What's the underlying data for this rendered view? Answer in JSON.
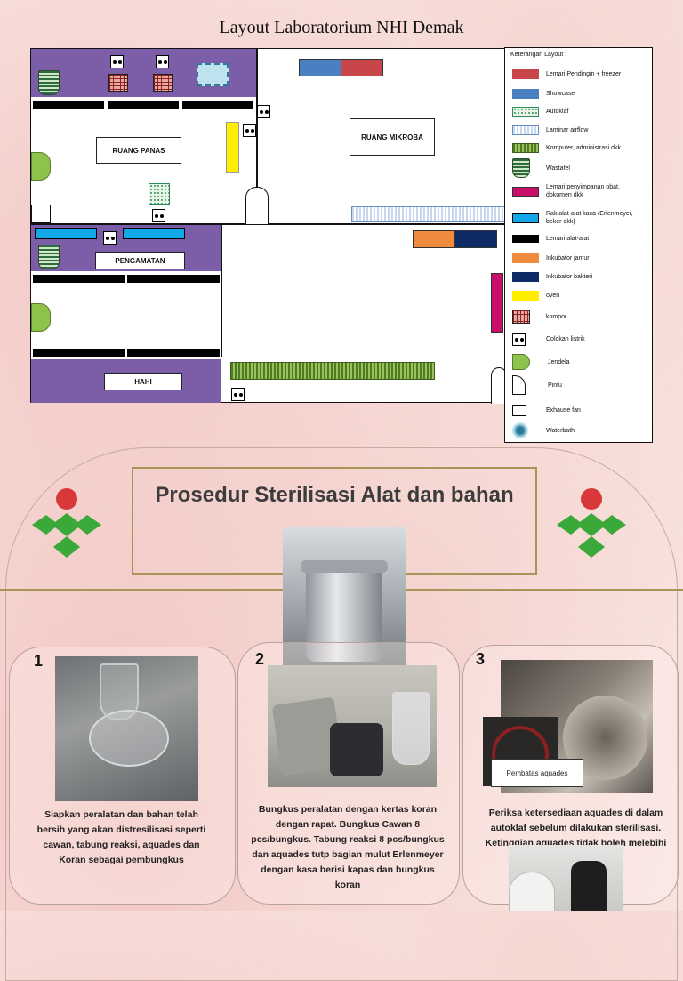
{
  "layout": {
    "title": "Layout Laboratorium NHI Demak",
    "rooms": {
      "ruang_panas": "RUANG PANAS",
      "ruang_mikroba": "RUANG MIKROBA",
      "pengamatan": "PENGAMATAN",
      "hahi": "HAHI"
    }
  },
  "legend": {
    "header": "Keterangan Layout :",
    "items": [
      {
        "label": "Lemari Pendingin + freezer",
        "icon": "fridge-swatch",
        "color": "#c8464a"
      },
      {
        "label": "Showcase",
        "icon": "showcase-swatch",
        "color": "#4a7fc1"
      },
      {
        "label": "Autoklaf",
        "icon": "autoklaf-swatch",
        "color": "#2e8b57"
      },
      {
        "label": "Laminar airflow",
        "icon": "laminar-swatch",
        "color": "#c7d7f0"
      },
      {
        "label": "Komputer, administrasi dkk",
        "icon": "computer-swatch",
        "color": "#5a8a2a"
      },
      {
        "label": "Wastafel",
        "icon": "sink-swatch",
        "color": "#2e6b3f"
      },
      {
        "label": "Lemari penyimpanan obat, dokumen dkk",
        "icon": "cabinet-swatch",
        "color": "#c8106a"
      },
      {
        "label": "Rak alat-alat kaca (Erlenmeyer, beker dkk)",
        "icon": "glass-rack-swatch",
        "color": "#12a7e6"
      },
      {
        "label": "Lemari alat-alat",
        "icon": "tool-cabinet-swatch",
        "color": "#000000"
      },
      {
        "label": "Inkubator jamur",
        "icon": "fungus-incubator-swatch",
        "color": "#f08a3c"
      },
      {
        "label": "Inkubator bakteri",
        "icon": "bacteria-incubator-swatch",
        "color": "#0d2a66"
      },
      {
        "label": "oven",
        "icon": "oven-swatch",
        "color": "#ffee00"
      },
      {
        "label": "kompor",
        "icon": "stove-swatch",
        "color": "#b03030"
      },
      {
        "label": "Colokan listrik",
        "icon": "outlet-swatch",
        "color": "#000000"
      },
      {
        "label": "Jendela",
        "icon": "window-swatch",
        "color": "#8dc34a"
      },
      {
        "label": "Pintu",
        "icon": "door-swatch",
        "color": "#000000"
      },
      {
        "label": "Exhause fan",
        "icon": "exhaust-fan-swatch",
        "color": "#000000"
      },
      {
        "label": "Waterbath",
        "icon": "waterbath-swatch",
        "color": "#2a7a9a"
      }
    ]
  },
  "procedure": {
    "title": "Prosedur Sterilisasi Alat dan bahan",
    "steps": [
      {
        "number": "1",
        "text": "Siapkan peralatan dan bahan telah bersih yang akan distresilisasi seperti cawan, tabung reaksi, aquades dan Koran sebagai pembungkus"
      },
      {
        "number": "2",
        "text": "Bungkus peralatan dengan kertas koran dengan rapat. Bungkus Cawan 8 pcs/bungkus. Tabung reaksi 8 pcs/bungkus dan aquades tutp bagian mulut Erlenmeyer dengan kasa berisi kapas dan bungkus koran"
      },
      {
        "number": "3",
        "text": "Periksa ketersediaan aquades di dalam autoklaf sebelum dilakukan sterilisasi. Ketinggian aquades tidak boleh melebihi pembatas ketinggian"
      }
    ],
    "photo_label": "Pembatas aquades"
  },
  "colors": {
    "purple_room": "#7c5ea8",
    "accent_gold": "#a8935a",
    "logo_red": "#d9383a",
    "logo_green": "#3aa93a"
  }
}
